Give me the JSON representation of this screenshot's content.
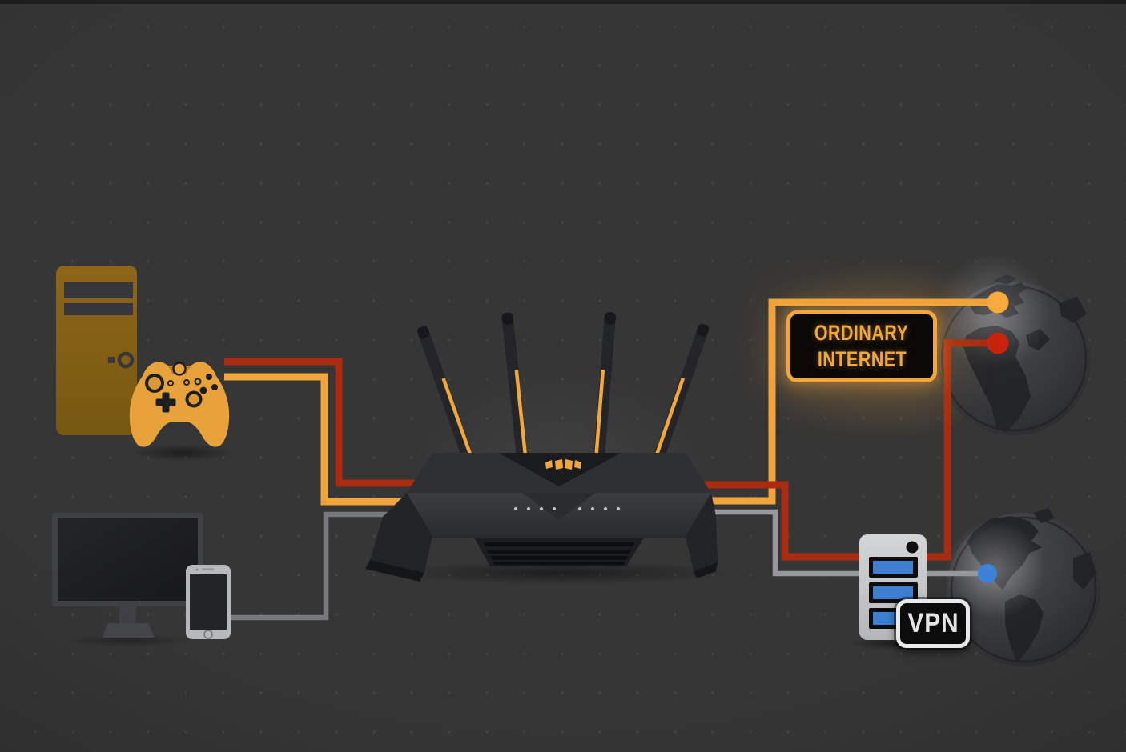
{
  "diagram": {
    "type": "network-topology",
    "labels": {
      "ordinary_internet": {
        "line1": "ORDINARY",
        "line2": "INTERNET"
      },
      "vpn_badge": "VPN"
    },
    "colors": {
      "background": "#363636",
      "dot_grid": "#464646",
      "accent_orange": "#F2A73C",
      "line_orange": "#F0A43C",
      "line_red": "#A92C10",
      "line_gray_left": "#77797C",
      "line_gray_right": "#96989B",
      "endpoint_orange": "#F6AB3C",
      "endpoint_red": "#C8230C",
      "endpoint_blue": "#3E82D8",
      "pc_tower_gold": "#876217",
      "controller_orange": "#E8A23C",
      "server_body_gray": "#C7C9CB",
      "server_bar_blue": "#3E7FD2",
      "router_body": "#2B2D30"
    },
    "nodes": [
      {
        "id": "gaming-pc-tower",
        "kind": "desktop-tower-icon"
      },
      {
        "id": "game-controller",
        "kind": "gamepad-icon"
      },
      {
        "id": "monitor",
        "kind": "monitor-icon"
      },
      {
        "id": "smartphone",
        "kind": "smartphone-icon"
      },
      {
        "id": "gaming-router",
        "kind": "wifi-router-icon",
        "antennas": 4,
        "leds": 8
      },
      {
        "id": "ordinary-internet-label",
        "kind": "label-box",
        "text": "ORDINARY INTERNET"
      },
      {
        "id": "globe-ordinary-internet",
        "kind": "globe-icon",
        "view": "europe-africa"
      },
      {
        "id": "vpn-server",
        "kind": "server-icon",
        "bars": 3
      },
      {
        "id": "vpn-label",
        "kind": "label-box",
        "text": "VPN"
      },
      {
        "id": "globe-vpn",
        "kind": "globe-icon",
        "view": "americas"
      }
    ],
    "connections": [
      {
        "from": "game-controller",
        "via": [
          "gaming-router"
        ],
        "to": "globe-ordinary-internet",
        "color": "#F0A43C",
        "endpoint_color": "#F6AB3C"
      },
      {
        "from": "gaming-pc-tower",
        "via": [
          "gaming-router"
        ],
        "to": "globe-ordinary-internet",
        "color": "#A92C10",
        "endpoint_color": "#C8230C"
      },
      {
        "from": "smartphone",
        "via": [
          "gaming-router",
          "vpn-server"
        ],
        "to": "globe-vpn",
        "color": "#96989B",
        "endpoint_color": "#3E82D8"
      }
    ]
  }
}
